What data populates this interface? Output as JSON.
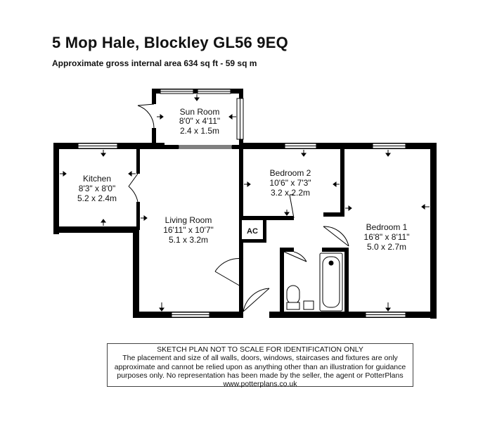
{
  "header": {
    "title": "5 Mop Hale, Blockley GL56 9EQ",
    "area": "Approximate gross internal area 634 sq ft - 59 sq m"
  },
  "rooms": {
    "sun_room": {
      "name": "Sun Room",
      "imperial": "8'0\" x 4'11\"",
      "metric": "2.4 x 1.5m"
    },
    "kitchen": {
      "name": "Kitchen",
      "imperial": "8'3\" x 8'0\"",
      "metric": "5.2 x 2.4m"
    },
    "bedroom2": {
      "name": "Bedroom 2",
      "imperial": "10'6\" x 7'3\"",
      "metric": "3.2 x 2.2m"
    },
    "living_room": {
      "name": "Living Room",
      "imperial": "16'11\" x 10'7\"",
      "metric": "5.1 x 3.2m"
    },
    "bedroom1": {
      "name": "Bedroom 1",
      "imperial": "16'8\" x 8'11\"",
      "metric": "5.0 x 2.7m"
    },
    "ac": {
      "name": "AC"
    }
  },
  "disclaimer": {
    "line1": "SKETCH PLAN NOT TO SCALE FOR IDENTIFICATION ONLY",
    "line2": "The placement and size of all walls, doors, windows, staircases and fixtures are only",
    "line3": "approximate and cannot be relied upon as anything other than an illustration for guidance",
    "line4": "purposes only. No representation has been made by the seller, the agent or PotterPlans",
    "line5": "www.potterplans.co.uk"
  }
}
